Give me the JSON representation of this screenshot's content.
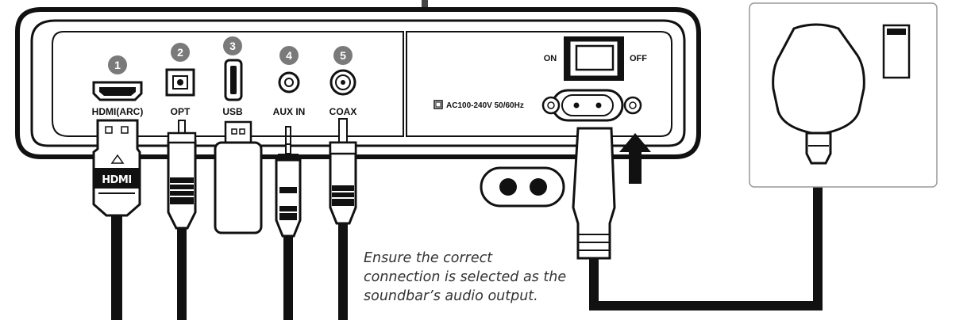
{
  "ports": [
    {
      "number": "1",
      "label": "HDMI(ARC)",
      "icon": "hdmi-port-icon"
    },
    {
      "number": "2",
      "label": "OPT",
      "icon": "optical-port-icon"
    },
    {
      "number": "3",
      "label": "USB",
      "icon": "usb-port-icon"
    },
    {
      "number": "4",
      "label": "AUX IN",
      "icon": "aux-port-icon"
    },
    {
      "number": "5",
      "label": "COAX",
      "icon": "coax-port-icon"
    }
  ],
  "power": {
    "on_label": "ON",
    "off_label": "OFF",
    "rating": "AC100-240V  50/60Hz"
  },
  "hdmi_plug_logo": "HDMI",
  "caption": {
    "line1": "Ensure the correct",
    "line2": "connection is selected as the",
    "line3": "soundbar’s audio output."
  },
  "colors": {
    "ink": "#111111",
    "badge": "#7a7a7a",
    "panel": "#ffffff",
    "wall_plate_border": "#999999"
  }
}
